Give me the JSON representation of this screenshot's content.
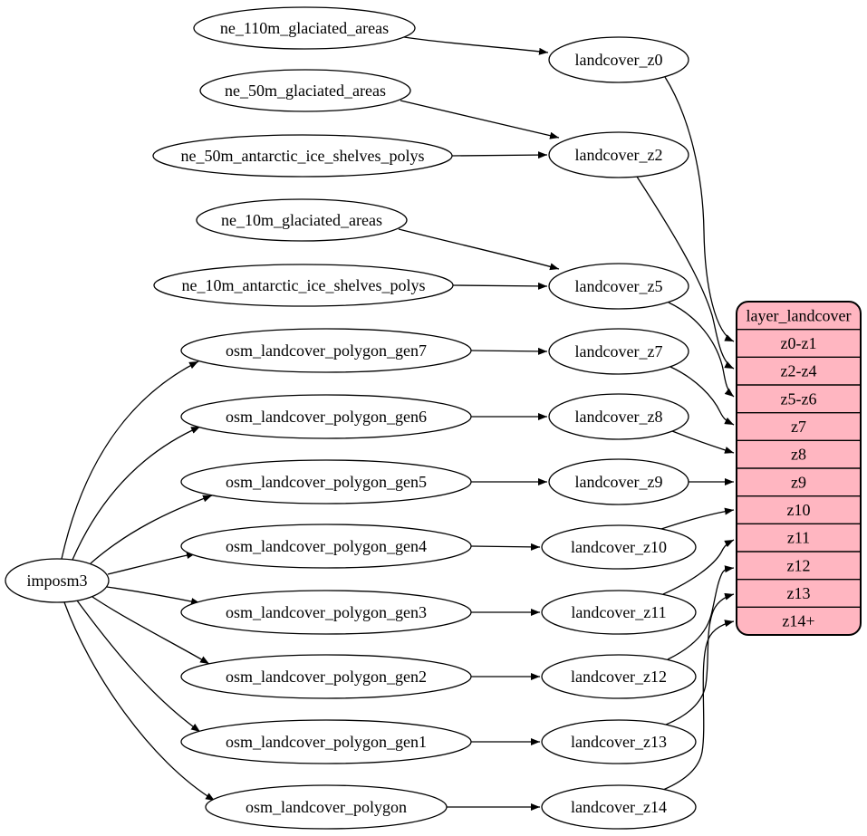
{
  "diagram": {
    "background": "#ffffff",
    "edge_color": "#000000",
    "node_fill": "#ffffff"
  },
  "nodes": {
    "importer": {
      "label": "imposm3"
    },
    "sources": [
      {
        "label": "ne_110m_glaciated_areas"
      },
      {
        "label": "ne_50m_glaciated_areas"
      },
      {
        "label": "ne_50m_antarctic_ice_shelves_polys"
      },
      {
        "label": "ne_10m_glaciated_areas"
      },
      {
        "label": "ne_10m_antarctic_ice_shelves_polys"
      },
      {
        "label": "osm_landcover_polygon_gen7"
      },
      {
        "label": "osm_landcover_polygon_gen6"
      },
      {
        "label": "osm_landcover_polygon_gen5"
      },
      {
        "label": "osm_landcover_polygon_gen4"
      },
      {
        "label": "osm_landcover_polygon_gen3"
      },
      {
        "label": "osm_landcover_polygon_gen2"
      },
      {
        "label": "osm_landcover_polygon_gen1"
      },
      {
        "label": "osm_landcover_polygon"
      }
    ],
    "stages": [
      {
        "label": "landcover_z0"
      },
      {
        "label": "landcover_z2"
      },
      {
        "label": "landcover_z5"
      },
      {
        "label": "landcover_z7"
      },
      {
        "label": "landcover_z8"
      },
      {
        "label": "landcover_z9"
      },
      {
        "label": "landcover_z10"
      },
      {
        "label": "landcover_z11"
      },
      {
        "label": "landcover_z12"
      },
      {
        "label": "landcover_z13"
      },
      {
        "label": "landcover_z14"
      }
    ],
    "table": {
      "header": "layer_landcover",
      "fill": "#ffb6c1",
      "rows": [
        {
          "label": "z0-z1"
        },
        {
          "label": "z2-z4"
        },
        {
          "label": "z5-z6"
        },
        {
          "label": "z7"
        },
        {
          "label": "z8"
        },
        {
          "label": "z9"
        },
        {
          "label": "z10"
        },
        {
          "label": "z11"
        },
        {
          "label": "z12"
        },
        {
          "label": "z13"
        },
        {
          "label": "z14+"
        }
      ]
    }
  },
  "edges": [
    {
      "from": "imposm3",
      "to": "osm_landcover_polygon_gen7"
    },
    {
      "from": "imposm3",
      "to": "osm_landcover_polygon_gen6"
    },
    {
      "from": "imposm3",
      "to": "osm_landcover_polygon_gen5"
    },
    {
      "from": "imposm3",
      "to": "osm_landcover_polygon_gen4"
    },
    {
      "from": "imposm3",
      "to": "osm_landcover_polygon_gen3"
    },
    {
      "from": "imposm3",
      "to": "osm_landcover_polygon_gen2"
    },
    {
      "from": "imposm3",
      "to": "osm_landcover_polygon_gen1"
    },
    {
      "from": "imposm3",
      "to": "osm_landcover_polygon"
    },
    {
      "from": "ne_110m_glaciated_areas",
      "to": "landcover_z0"
    },
    {
      "from": "ne_50m_glaciated_areas",
      "to": "landcover_z2"
    },
    {
      "from": "ne_50m_antarctic_ice_shelves_polys",
      "to": "landcover_z2"
    },
    {
      "from": "ne_10m_glaciated_areas",
      "to": "landcover_z5"
    },
    {
      "from": "ne_10m_antarctic_ice_shelves_polys",
      "to": "landcover_z5"
    },
    {
      "from": "osm_landcover_polygon_gen7",
      "to": "landcover_z7"
    },
    {
      "from": "osm_landcover_polygon_gen6",
      "to": "landcover_z8"
    },
    {
      "from": "osm_landcover_polygon_gen5",
      "to": "landcover_z9"
    },
    {
      "from": "osm_landcover_polygon_gen4",
      "to": "landcover_z10"
    },
    {
      "from": "osm_landcover_polygon_gen3",
      "to": "landcover_z11"
    },
    {
      "from": "osm_landcover_polygon_gen2",
      "to": "landcover_z12"
    },
    {
      "from": "osm_landcover_polygon_gen1",
      "to": "landcover_z13"
    },
    {
      "from": "osm_landcover_polygon",
      "to": "landcover_z14"
    },
    {
      "from": "landcover_z0",
      "to": "layer_landcover.z0-z1"
    },
    {
      "from": "landcover_z2",
      "to": "layer_landcover.z2-z4"
    },
    {
      "from": "landcover_z5",
      "to": "layer_landcover.z5-z6"
    },
    {
      "from": "landcover_z7",
      "to": "layer_landcover.z7"
    },
    {
      "from": "landcover_z8",
      "to": "layer_landcover.z8"
    },
    {
      "from": "landcover_z9",
      "to": "layer_landcover.z9"
    },
    {
      "from": "landcover_z10",
      "to": "layer_landcover.z10"
    },
    {
      "from": "landcover_z11",
      "to": "layer_landcover.z11"
    },
    {
      "from": "landcover_z12",
      "to": "layer_landcover.z12"
    },
    {
      "from": "landcover_z13",
      "to": "layer_landcover.z13"
    },
    {
      "from": "landcover_z14",
      "to": "layer_landcover.z14+"
    }
  ]
}
